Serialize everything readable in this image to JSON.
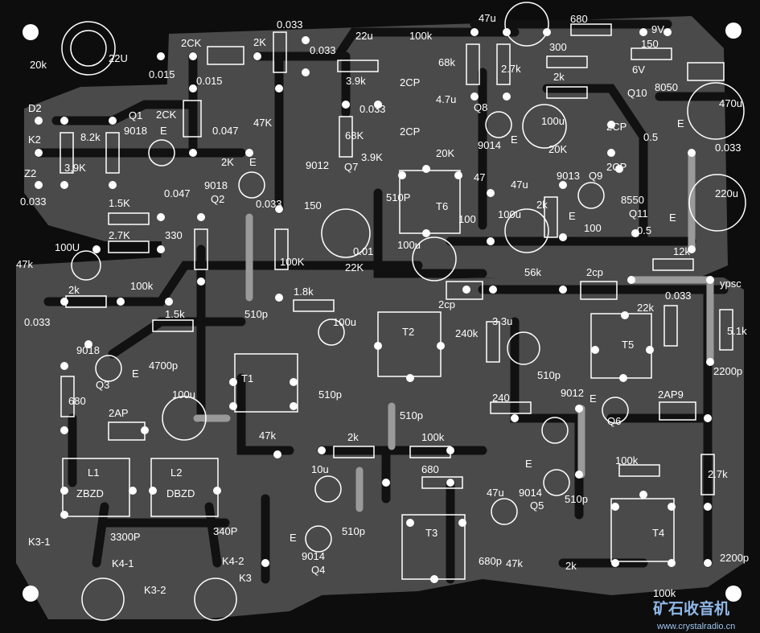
{
  "title": "Crystal radio receiver PCB layout",
  "colors": {
    "background": "#0d0d0d",
    "copper": "#4a4a4a",
    "trace": "#111111",
    "silkscreen": "#ffffff",
    "jumper": "#9a9a9a",
    "watermark": "#8fb8e8"
  },
  "labels": [
    "20k",
    "22U",
    "0.015",
    "2CK",
    "2K",
    "0.033",
    "0.033",
    "3.9k",
    "22u",
    "100k",
    "0.015",
    "D2",
    "Q1",
    "2CK",
    "47K",
    "0.047",
    "9018",
    "E",
    "K2",
    "8.2k",
    "3,9K",
    "Z2",
    "2K",
    "E",
    "9018",
    "Q2",
    "0.047",
    "0.033",
    "1.5K",
    "2.7K",
    "330",
    "0.033",
    "150",
    "9012",
    "Q7",
    "68K",
    "3.9K",
    "0.033",
    "2CP",
    "2CP",
    "100U",
    "47k",
    "100K",
    "0.01",
    "22K",
    "2k",
    "100k",
    "1.8k",
    "510p",
    "1.5k",
    "0.033",
    "100u",
    "9018",
    "E",
    "Q3",
    "4700p",
    "680",
    "100u",
    "T1",
    "2AP",
    "510p",
    "510p",
    "T2",
    "L1",
    "ZBZD",
    "L2",
    "DBZD",
    "47k",
    "2k",
    "100k",
    "10u",
    "680",
    "K3-1",
    "3300P",
    "340P",
    "K4-1",
    "K4-2",
    "K3",
    "K3-2",
    "E",
    "9014",
    "Q4",
    "510p",
    "T3",
    "680p",
    "47u",
    "47k",
    "2k",
    "T4",
    "100k",
    "2200p",
    "E",
    "9014",
    "Q5",
    "510p",
    "100k",
    "2.7k",
    "9012",
    "E",
    "Q6",
    "2AP9",
    "2200p",
    "240",
    "240k",
    "3.3u",
    "510p",
    "T5",
    "22k",
    "0.033",
    "5.1k",
    "ypsc",
    "12k",
    "56k",
    "2cp",
    "2cp",
    "100u",
    "T6",
    "510P",
    "100",
    "100u",
    "2k",
    "E",
    "100",
    "0.5",
    "Q11",
    "8550",
    "E",
    "220u",
    "9013",
    "Q9",
    "2CP",
    "47",
    "47u",
    "20K",
    "9014",
    "E",
    "Q8",
    "4.7u",
    "100u",
    "20K",
    "2CP",
    "0.5",
    "E",
    "Q10",
    "8050",
    "470u",
    "0.033",
    "68k",
    "2.7k",
    "300",
    "2k",
    "6V",
    "150",
    "9V",
    "680",
    "47u"
  ],
  "watermark": {
    "title": "矿石收音机",
    "url": "www.crystalradio.cn"
  }
}
